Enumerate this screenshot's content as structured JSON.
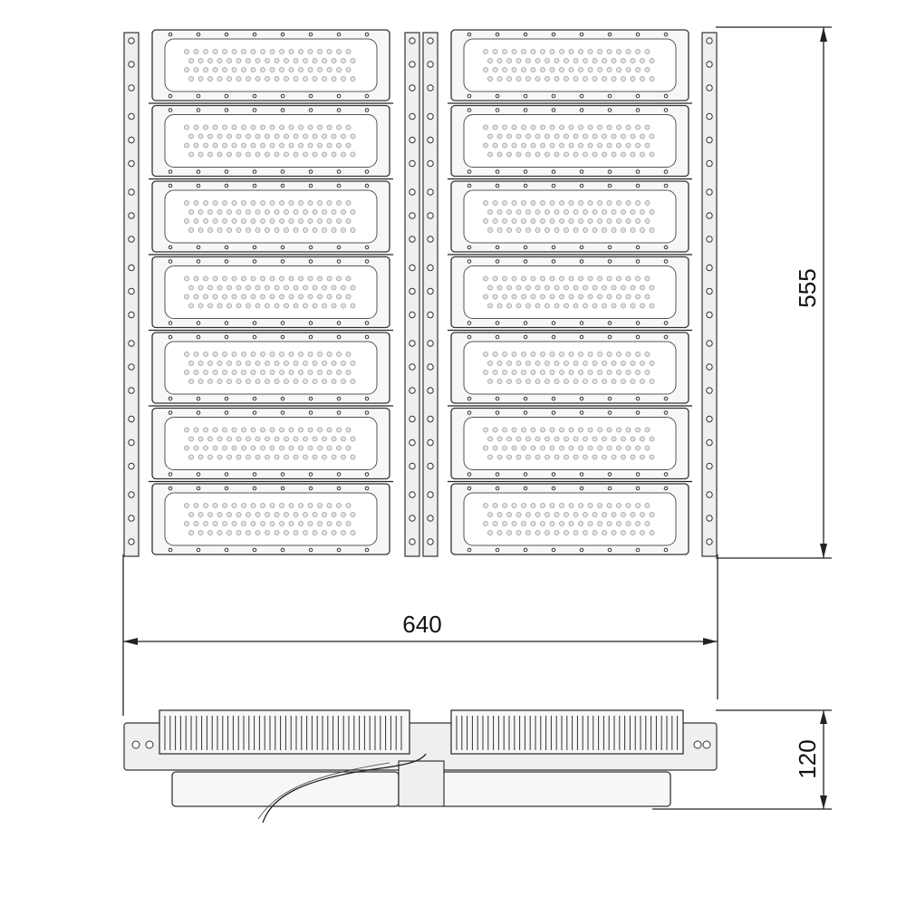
{
  "dimensions": {
    "height_label": "555",
    "width_label": "640",
    "depth_label": "120"
  },
  "grid": {
    "rows": 7,
    "columns": 2
  },
  "colors": {
    "line": "#222222",
    "background": "#ffffff"
  }
}
